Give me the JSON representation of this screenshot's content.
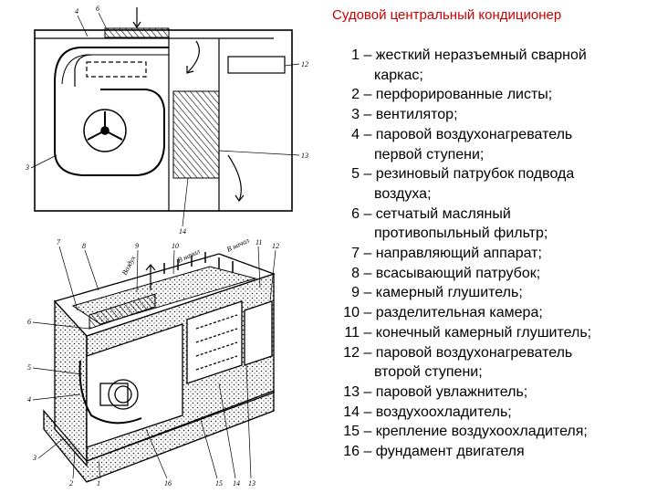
{
  "title": "Судовой центральный кондиционер",
  "legend": [
    {
      "num": "1",
      "lines": [
        "жесткий неразъемный сварной",
        "каркас;"
      ]
    },
    {
      "num": "2",
      "lines": [
        "перфорированные листы;"
      ]
    },
    {
      "num": "3",
      "lines": [
        "вентилятор;"
      ]
    },
    {
      "num": "4",
      "lines": [
        "паровой воздухонагреватель",
        "первой ступени;"
      ]
    },
    {
      "num": "5",
      "lines": [
        " резиновый патрубок подвода",
        "воздуха;"
      ]
    },
    {
      "num": "6",
      "lines": [
        "сетчатый масляный",
        "противопыльный фильтр;"
      ]
    },
    {
      "num": "7",
      "lines": [
        "направляющий аппарат;"
      ]
    },
    {
      "num": "8",
      "lines": [
        "всасывающий патрубок;"
      ]
    },
    {
      "num": "9",
      "lines": [
        "камерный глушитель;"
      ]
    },
    {
      "num": "10",
      "lines": [
        "разделительная камера;"
      ]
    },
    {
      "num": "11",
      "lines": [
        "конечный камерный глушитель;"
      ]
    },
    {
      "num": "12",
      "lines": [
        "паровой воздухонагреватель",
        "второй ступени;"
      ]
    },
    {
      "num": "13",
      "lines": [
        "паровой увлажнитель;"
      ]
    },
    {
      "num": "14",
      "lines": [
        "воздухоохладитель;"
      ]
    },
    {
      "num": "15",
      "lines": [
        "крепление воздухоохладителя;"
      ]
    },
    {
      "num": "16",
      "lines": [
        "фундамент двигателя"
      ]
    }
  ],
  "figure_labels": {
    "top": [
      "4",
      "6",
      "12",
      "3",
      "13",
      "14"
    ],
    "bottom": [
      "7",
      "8",
      "9",
      "10",
      "11",
      "12",
      "6",
      "5",
      "4",
      "3",
      "2",
      "1",
      "16",
      "15",
      "14",
      "13"
    ],
    "air_in": "Воздух",
    "start_1": "В начал",
    "start_2": "В начал"
  }
}
